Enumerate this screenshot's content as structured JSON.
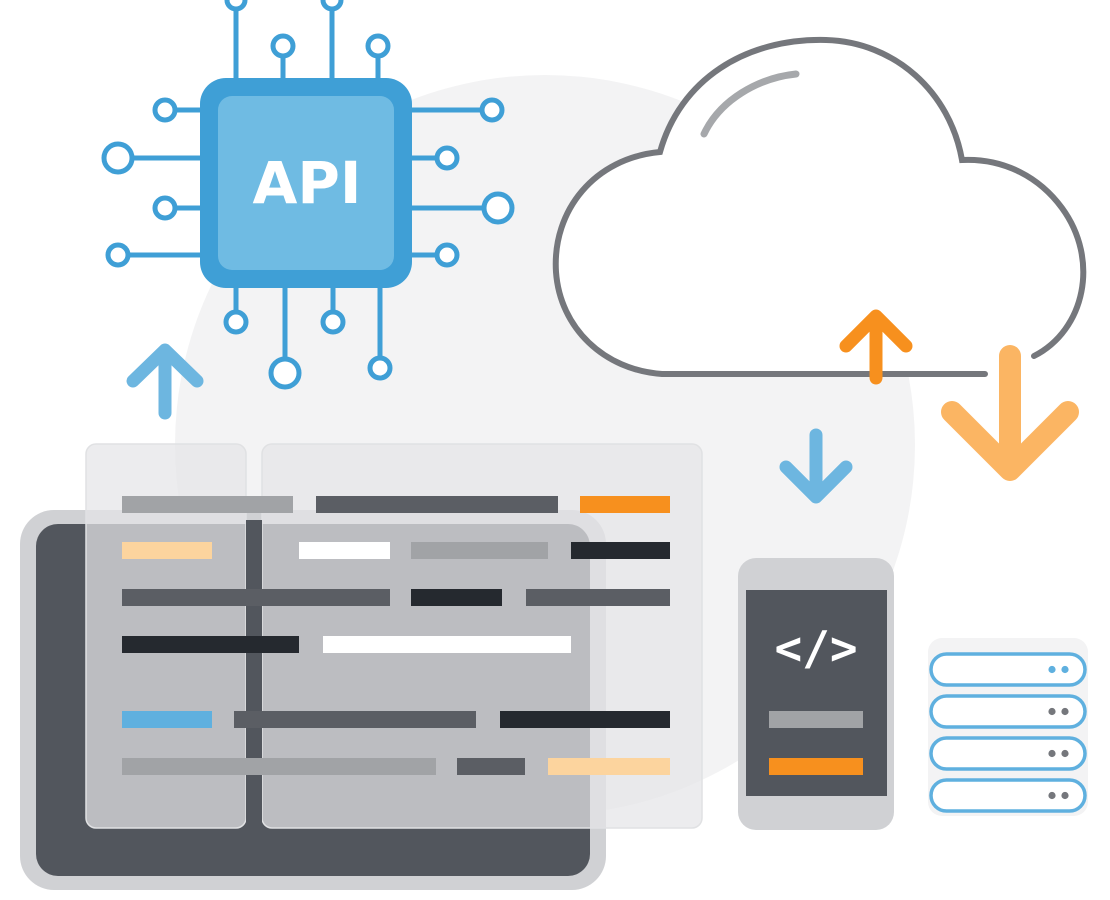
{
  "api_chip": {
    "label": "API",
    "colors": {
      "body": "#3f9fd6",
      "face": "#6fbbe3",
      "trace": "#3f9fd6",
      "text": "#ffffff"
    }
  },
  "phone": {
    "code_glyph": "</>"
  },
  "colors": {
    "background_disc": "#f3f3f4",
    "cloud_stroke": "#75777c",
    "arrow_blue": "#6db6e0",
    "arrow_orange": "#f7901e",
    "arrow_light_orange": "#fbb563",
    "monitor_dark": "#52565d",
    "panel_light": "#c9cacd",
    "server_stroke": "#5fb0df",
    "bar_grey_light": "#a1a3a6",
    "bar_grey_dark": "#5b5e64",
    "bar_navy": "#25292f",
    "bar_orange": "#f7901e",
    "bar_peach": "#fcd49e",
    "bar_blue": "#5fb0df",
    "bar_white": "#ffffff"
  },
  "code_lines": [
    [
      {
        "color": "bar_grey_light"
      },
      {
        "color": "bar_grey_dark"
      },
      {
        "color": "bar_orange"
      }
    ],
    [
      {
        "color": "bar_peach"
      },
      {
        "color": "bar_white"
      },
      {
        "color": "bar_grey_light"
      },
      {
        "color": "bar_navy"
      }
    ],
    [
      {
        "color": "bar_grey_dark"
      },
      {
        "color": "bar_navy"
      },
      {
        "color": "bar_grey_dark"
      }
    ],
    [
      {
        "color": "bar_navy"
      },
      {
        "color": "bar_white"
      }
    ],
    [
      {
        "color": "bar_blue"
      },
      {
        "color": "bar_grey_dark"
      },
      {
        "color": "bar_navy"
      }
    ],
    [
      {
        "color": "bar_grey_light"
      },
      {
        "color": "bar_grey_dark"
      },
      {
        "color": "bar_peach"
      }
    ]
  ],
  "server_units": 4,
  "icons": [
    "api-chip-icon",
    "cloud-icon",
    "arrow-up-icon",
    "arrow-down-icon",
    "code-icon",
    "server-rack-icon"
  ]
}
